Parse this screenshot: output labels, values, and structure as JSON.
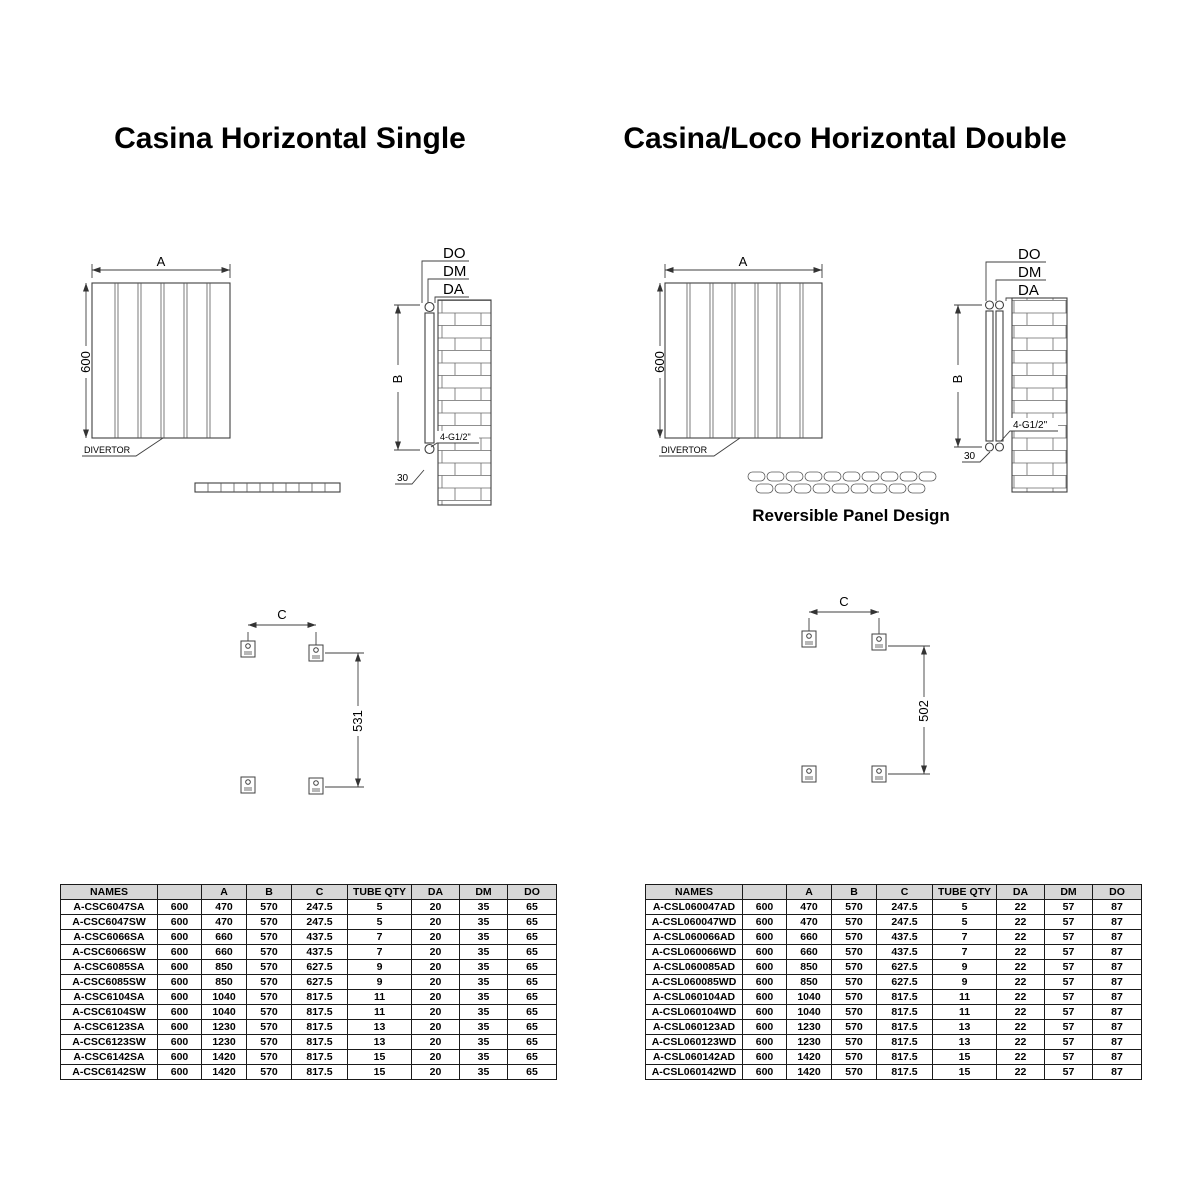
{
  "titles": {
    "single": "Casina Horizontal Single",
    "double": "Casina/Loco Horizontal Double"
  },
  "annotations": {
    "reversible": "Reversible Panel Design"
  },
  "diagrams": {
    "single": {
      "dim_a": "A",
      "dim_height": "600",
      "divertor": "DIVERTOR",
      "dim_do": "DO",
      "dim_dm": "DM",
      "dim_da": "DA",
      "dim_b": "B",
      "thread": "4-G1/2\"",
      "dim_depth": "30",
      "dim_c": "C",
      "dim_bracket_height": "531"
    },
    "double": {
      "dim_a": "A",
      "dim_height": "600",
      "divertor": "DIVERTOR",
      "dim_do": "DO",
      "dim_dm": "DM",
      "dim_da": "DA",
      "dim_b": "B",
      "thread": "4-G1/2\"",
      "dim_depth": "30",
      "dim_c": "C",
      "dim_bracket_height": "502"
    }
  },
  "single_table": {
    "headers": [
      "NAMES",
      "",
      "A",
      "B",
      "C",
      "TUBE QTY",
      "DA",
      "DM",
      "DO"
    ],
    "rows": [
      [
        "A-CSC6047SA",
        "600",
        "470",
        "570",
        "247.5",
        "5",
        "20",
        "35",
        "65"
      ],
      [
        "A-CSC6047SW",
        "600",
        "470",
        "570",
        "247.5",
        "5",
        "20",
        "35",
        "65"
      ],
      [
        "A-CSC6066SA",
        "600",
        "660",
        "570",
        "437.5",
        "7",
        "20",
        "35",
        "65"
      ],
      [
        "A-CSC6066SW",
        "600",
        "660",
        "570",
        "437.5",
        "7",
        "20",
        "35",
        "65"
      ],
      [
        "A-CSC6085SA",
        "600",
        "850",
        "570",
        "627.5",
        "9",
        "20",
        "35",
        "65"
      ],
      [
        "A-CSC6085SW",
        "600",
        "850",
        "570",
        "627.5",
        "9",
        "20",
        "35",
        "65"
      ],
      [
        "A-CSC6104SA",
        "600",
        "1040",
        "570",
        "817.5",
        "11",
        "20",
        "35",
        "65"
      ],
      [
        "A-CSC6104SW",
        "600",
        "1040",
        "570",
        "817.5",
        "11",
        "20",
        "35",
        "65"
      ],
      [
        "A-CSC6123SA",
        "600",
        "1230",
        "570",
        "817.5",
        "13",
        "20",
        "35",
        "65"
      ],
      [
        "A-CSC6123SW",
        "600",
        "1230",
        "570",
        "817.5",
        "13",
        "20",
        "35",
        "65"
      ],
      [
        "A-CSC6142SA",
        "600",
        "1420",
        "570",
        "817.5",
        "15",
        "20",
        "35",
        "65"
      ],
      [
        "A-CSC6142SW",
        "600",
        "1420",
        "570",
        "817.5",
        "15",
        "20",
        "35",
        "65"
      ]
    ]
  },
  "double_table": {
    "headers": [
      "NAMES",
      "",
      "A",
      "B",
      "C",
      "TUBE QTY",
      "DA",
      "DM",
      "DO"
    ],
    "rows": [
      [
        "A-CSL060047AD",
        "600",
        "470",
        "570",
        "247.5",
        "5",
        "22",
        "57",
        "87"
      ],
      [
        "A-CSL060047WD",
        "600",
        "470",
        "570",
        "247.5",
        "5",
        "22",
        "57",
        "87"
      ],
      [
        "A-CSL060066AD",
        "600",
        "660",
        "570",
        "437.5",
        "7",
        "22",
        "57",
        "87"
      ],
      [
        "A-CSL060066WD",
        "600",
        "660",
        "570",
        "437.5",
        "7",
        "22",
        "57",
        "87"
      ],
      [
        "A-CSL060085AD",
        "600",
        "850",
        "570",
        "627.5",
        "9",
        "22",
        "57",
        "87"
      ],
      [
        "A-CSL060085WD",
        "600",
        "850",
        "570",
        "627.5",
        "9",
        "22",
        "57",
        "87"
      ],
      [
        "A-CSL060104AD",
        "600",
        "1040",
        "570",
        "817.5",
        "11",
        "22",
        "57",
        "87"
      ],
      [
        "A-CSL060104WD",
        "600",
        "1040",
        "570",
        "817.5",
        "11",
        "22",
        "57",
        "87"
      ],
      [
        "A-CSL060123AD",
        "600",
        "1230",
        "570",
        "817.5",
        "13",
        "22",
        "57",
        "87"
      ],
      [
        "A-CSL060123WD",
        "600",
        "1230",
        "570",
        "817.5",
        "13",
        "22",
        "57",
        "87"
      ],
      [
        "A-CSL060142AD",
        "600",
        "1420",
        "570",
        "817.5",
        "15",
        "22",
        "57",
        "87"
      ],
      [
        "A-CSL060142WD",
        "600",
        "1420",
        "570",
        "817.5",
        "15",
        "22",
        "57",
        "87"
      ]
    ]
  }
}
